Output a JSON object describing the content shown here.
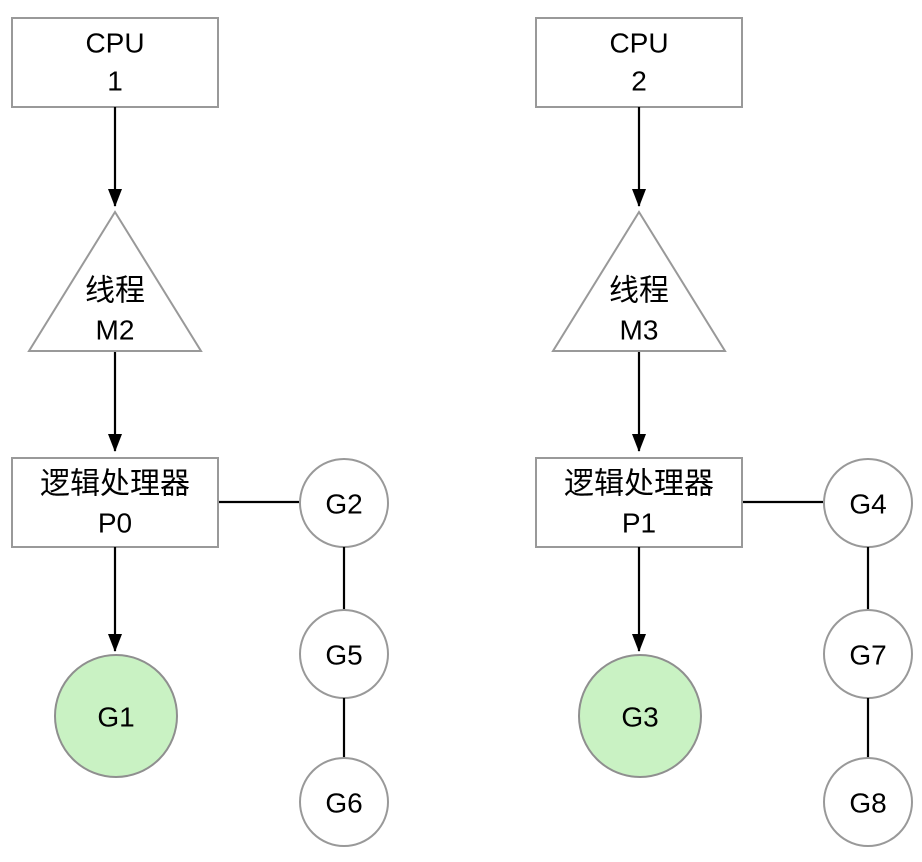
{
  "diagram": {
    "columns": [
      {
        "cpu": {
          "line1": "CPU",
          "line2": "1"
        },
        "thread": {
          "line1": "线程",
          "line2": "M2"
        },
        "processor": {
          "line1": "逻辑处理器",
          "line2": "P0"
        },
        "running_goroutine": "G1",
        "queue": [
          "G2",
          "G5",
          "G6"
        ]
      },
      {
        "cpu": {
          "line1": "CPU",
          "line2": "2"
        },
        "thread": {
          "line1": "线程",
          "line2": "M3"
        },
        "processor": {
          "line1": "逻辑处理器",
          "line2": "P1"
        },
        "running_goroutine": "G3",
        "queue": [
          "G4",
          "G7",
          "G8"
        ]
      }
    ],
    "edges": [
      {
        "from": "CPU 1",
        "to": "线程 M2",
        "type": "arrow"
      },
      {
        "from": "线程 M2",
        "to": "逻辑处理器 P0",
        "type": "arrow"
      },
      {
        "from": "逻辑处理器 P0",
        "to": "G1",
        "type": "arrow"
      },
      {
        "from": "逻辑处理器 P0",
        "to": "G2",
        "type": "line"
      },
      {
        "from": "G2",
        "to": "G5",
        "type": "line"
      },
      {
        "from": "G5",
        "to": "G6",
        "type": "line"
      },
      {
        "from": "CPU 2",
        "to": "线程 M3",
        "type": "arrow"
      },
      {
        "from": "线程 M3",
        "to": "逻辑处理器 P1",
        "type": "arrow"
      },
      {
        "from": "逻辑处理器 P1",
        "to": "G3",
        "type": "arrow"
      },
      {
        "from": "逻辑处理器 P1",
        "to": "G4",
        "type": "line"
      },
      {
        "from": "G4",
        "to": "G7",
        "type": "line"
      },
      {
        "from": "G7",
        "to": "G8",
        "type": "line"
      }
    ],
    "colors": {
      "shape_stroke": "#999999",
      "running_fill": "#c9f2c3",
      "queue_fill": "#ffffff",
      "connector": "#000000",
      "text": "#000000",
      "background": "#ffffff"
    }
  }
}
